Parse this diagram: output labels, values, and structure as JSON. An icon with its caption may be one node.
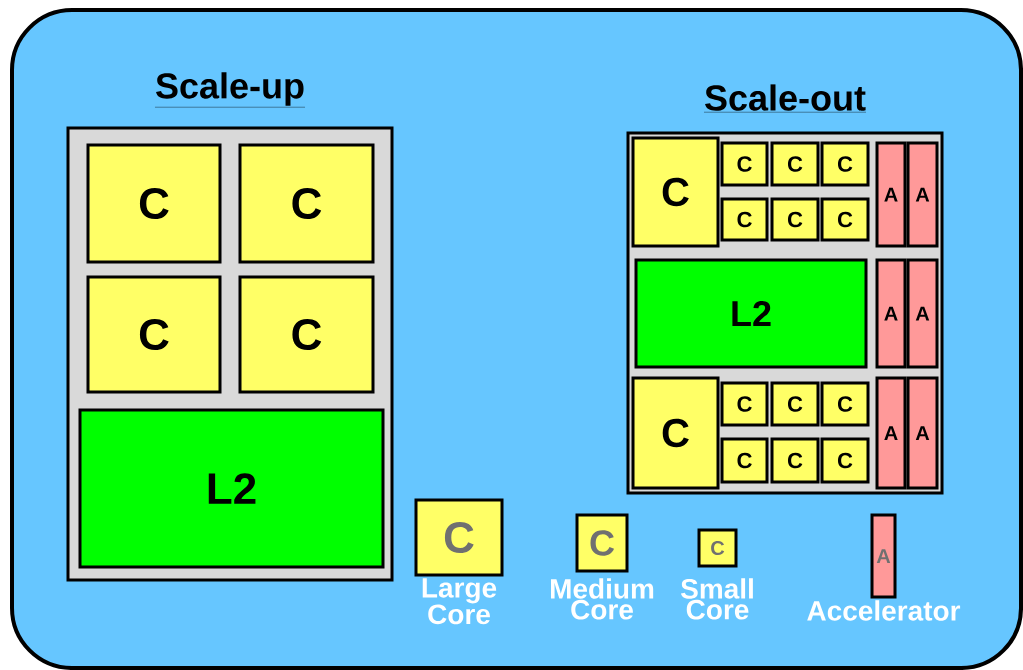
{
  "diagram": {
    "nodes": [
      {
        "text": [],
        "shape": "box"
      },
      {
        "text": [
          "Scale-up"
        ],
        "in": 0
      },
      {
        "text": [
          "C"
        ],
        "in": 1
      },
      {
        "text": [
          "C"
        ],
        "in": 1
      },
      {
        "text": [
          "C"
        ],
        "in": 1
      },
      {
        "text": [
          "C"
        ],
        "in": 1
      },
      {
        "text": [
          "L2"
        ],
        "in": 1
      },
      {
        "text": [
          "Scale-out"
        ],
        "in": 0
      },
      {
        "text": [
          "C"
        ],
        "in": 7
      },
      {
        "text": [
          "C"
        ],
        "in": 7
      },
      {
        "text": [
          "C"
        ],
        "in": 7
      },
      {
        "text": [
          "C"
        ],
        "in": 7
      },
      {
        "text": [
          "A"
        ],
        "in": 7
      },
      {
        "text": [
          "A"
        ],
        "in": 7
      },
      {
        "text": [
          "C"
        ],
        "in": 7
      },
      {
        "text": [
          "C"
        ],
        "in": 7
      },
      {
        "text": [
          "C"
        ],
        "in": 7
      },
      {
        "text": [
          "L2"
        ],
        "in": 7
      },
      {
        "text": [
          "A"
        ],
        "in": 7
      },
      {
        "text": [
          "A"
        ],
        "in": 7
      },
      {
        "text": [
          "C"
        ],
        "in": 7
      },
      {
        "text": [
          "C"
        ],
        "in": 7
      },
      {
        "text": [
          "C"
        ],
        "in": 7
      },
      {
        "text": [
          "C"
        ],
        "in": 7
      },
      {
        "text": [
          "A"
        ],
        "in": 7
      },
      {
        "text": [
          "A"
        ],
        "in": 7
      },
      {
        "text": [
          "C"
        ],
        "in": 7
      },
      {
        "text": [
          "C"
        ],
        "in": 7
      },
      {
        "text": [
          "C"
        ],
        "in": 7
      },
      {
        "text": [
          "C",
          "Large Core"
        ],
        "in": 0
      },
      {
        "text": [
          "C",
          "Medium Core"
        ],
        "in": 0
      },
      {
        "text": [
          "C",
          "Small Core"
        ],
        "in": 0
      },
      {
        "text": [
          "A",
          "Accelerator"
        ],
        "in": 0
      }
    ]
  }
}
